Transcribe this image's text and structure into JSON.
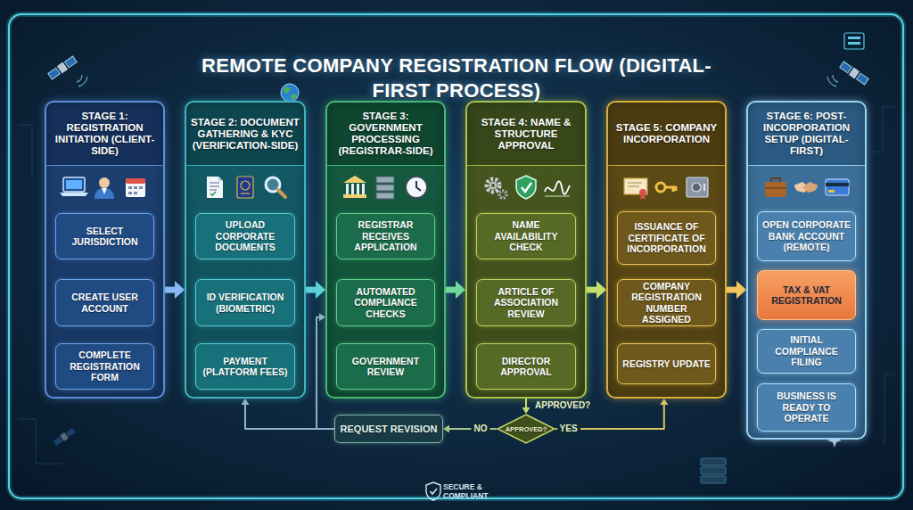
{
  "diagram": {
    "title": "REMOTE COMPANY REGISTRATION FLOW (DIGITAL-FIRST PROCESS)",
    "nodes": [
      {
        "text": [
          "STAGE 1: REGISTRATION INITIATION (CLIENT-SIDE)"
        ]
      },
      {
        "text": [
          "SELECT JURISDICTION"
        ],
        "in": 0
      },
      {
        "text": [
          "CREATE USER ACCOUNT"
        ],
        "in": 0
      },
      {
        "text": [
          "COMPLETE REGISTRATION FORM"
        ],
        "in": 0
      },
      {
        "text": [
          "STAGE 2: DOCUMENT GATHERING & KYC (VERIFICATION-SIDE)"
        ]
      },
      {
        "text": [
          "UPLOAD CORPORATE DOCUMENTS"
        ],
        "in": 4
      },
      {
        "text": [
          "ID VERIFICATION (BIOMETRIC)"
        ],
        "in": 4
      },
      {
        "text": [
          "PAYMENT (PLATFORM FEES)"
        ],
        "in": 4
      },
      {
        "text": [
          "STAGE 3: GOVERNMENT PROCESSING (REGISTRAR-SIDE)"
        ]
      },
      {
        "text": [
          "REGISTRAR RECEIVES APPLICATION"
        ],
        "in": 8
      },
      {
        "text": [
          "AUTOMATED COMPLIANCE CHECKS"
        ],
        "in": 8
      },
      {
        "text": [
          "GOVERNMENT REVIEW"
        ],
        "in": 8
      },
      {
        "text": [
          "STAGE 4: NAME & STRUCTURE APPROVAL"
        ]
      },
      {
        "text": [
          "NAME AVAILABILITY CHECK"
        ],
        "in": 12
      },
      {
        "text": [
          "ARTICLE OF ASSOCIATION REVIEW"
        ],
        "in": 12
      },
      {
        "text": [
          "DIRECTOR APPROVAL"
        ],
        "in": 12
      },
      {
        "text": [
          "STAGE 5: COMPANY INCORPORATION"
        ]
      },
      {
        "text": [
          "ISSUANCE OF CERTIFICATE OF INCORPORATION"
        ],
        "in": 16
      },
      {
        "text": [
          "COMPANY REGISTRATION NUMBER ASSIGNED"
        ],
        "in": 16
      },
      {
        "text": [
          "REGISTRY UPDATE"
        ],
        "in": 16
      },
      {
        "text": [
          "STAGE 6: POST-INCORPORATION SETUP (DIGITAL-FIRST)"
        ]
      },
      {
        "text": [
          "OPEN CORPORATE BANK ACCOUNT (REMOTE)"
        ],
        "in": 20
      },
      {
        "text": [
          "TAX & VAT REGISTRATION"
        ],
        "in": 20
      },
      {
        "text": [
          "INITIAL COMPLIANCE FILING"
        ],
        "in": 20
      },
      {
        "text": [
          "BUSINESS IS READY TO OPERATE"
        ],
        "in": 20
      },
      {
        "text": [
          "APPROVED?"
        ]
      },
      {
        "text": [
          "REQUEST REVISION"
        ]
      }
    ],
    "edges": [
      {
        "from": 0,
        "to": 4,
        "arrow": "to"
      },
      {
        "from": 4,
        "to": 8,
        "arrow": "to"
      },
      {
        "from": 8,
        "to": 12,
        "arrow": "to"
      },
      {
        "from": 12,
        "to": 16,
        "arrow": "to"
      },
      {
        "from": 16,
        "to": 20,
        "arrow": "to"
      },
      {
        "from": 12,
        "to": 25,
        "arrow": "to"
      },
      {
        "from": 25,
        "to": 26,
        "label": "NO",
        "arrow": "to"
      },
      {
        "from": 25,
        "to": 16,
        "label": "YES",
        "arrow": "to"
      },
      {
        "from": 26,
        "to": 4,
        "arrow": "to"
      },
      {
        "from": 26,
        "to": 8,
        "arrow": "to"
      }
    ],
    "labels": [
      "APPROVED?",
      "SECURE & COMPLIANT"
    ]
  }
}
